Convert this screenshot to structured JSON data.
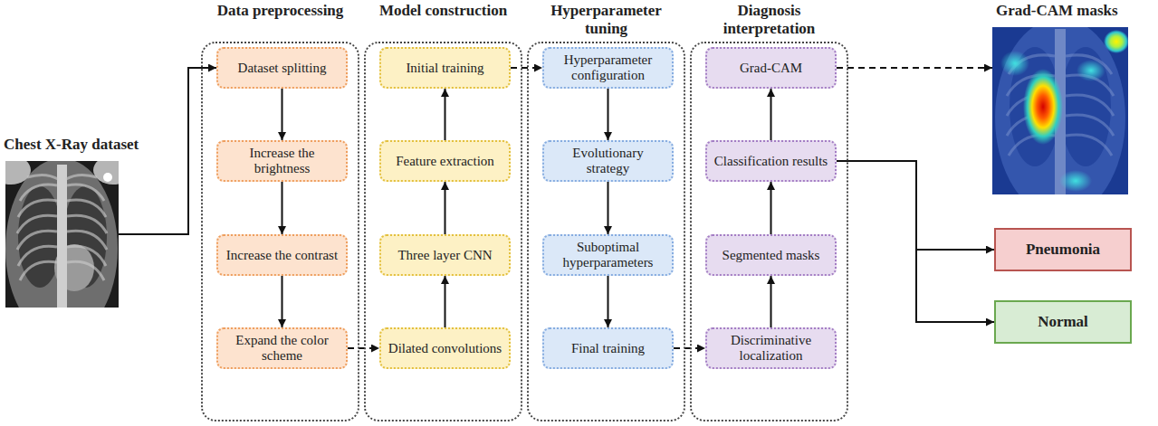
{
  "diagram": {
    "nodes": [
      {
        "text": [
          "Chest X-Ray dataset"
        ]
      },
      {
        "text": [
          "Data preprocessing"
        ]
      },
      {
        "text": [
          "Dataset splitting"
        ],
        "in": 1
      },
      {
        "text": [
          "Increase the brightness"
        ],
        "in": 1
      },
      {
        "text": [
          "Increase the contrast"
        ],
        "in": 1
      },
      {
        "text": [
          "Expand the color scheme"
        ],
        "in": 1
      },
      {
        "text": [
          "Model construction"
        ]
      },
      {
        "text": [
          "Initial training"
        ],
        "in": 6
      },
      {
        "text": [
          "Feature extraction"
        ],
        "in": 6
      },
      {
        "text": [
          "Three layer CNN"
        ],
        "in": 6
      },
      {
        "text": [
          "Dilated convolutions"
        ],
        "in": 6
      },
      {
        "text": [
          "Hyperparameter tuning"
        ]
      },
      {
        "text": [
          "Hyperparameter configuration"
        ],
        "in": 11
      },
      {
        "text": [
          "Evolutionary strategy"
        ],
        "in": 11
      },
      {
        "text": [
          "Suboptimal hyperparameters"
        ],
        "in": 11
      },
      {
        "text": [
          "Final training"
        ],
        "in": 11
      },
      {
        "text": [
          "Diagnosis interpretation"
        ]
      },
      {
        "text": [
          "Grad-CAM"
        ],
        "in": 16
      },
      {
        "text": [
          "Classification results"
        ],
        "in": 16
      },
      {
        "text": [
          "Segmented masks"
        ],
        "in": 16
      },
      {
        "text": [
          "Discriminative localization"
        ],
        "in": 16
      },
      {
        "text": [
          "Grad-CAM masks"
        ]
      },
      {
        "text": [
          "Pneumonia"
        ]
      },
      {
        "text": [
          "Normal"
        ]
      }
    ],
    "edges": [
      {
        "from": 0,
        "to": 2,
        "arrow": "to"
      },
      {
        "from": 2,
        "to": 3,
        "arrow": "to"
      },
      {
        "from": 3,
        "to": 4,
        "arrow": "to"
      },
      {
        "from": 4,
        "to": 5,
        "arrow": "to"
      },
      {
        "from": 5,
        "to": 10,
        "arrow": "to"
      },
      {
        "from": 10,
        "to": 9,
        "arrow": "to"
      },
      {
        "from": 9,
        "to": 8,
        "arrow": "to"
      },
      {
        "from": 8,
        "to": 7,
        "arrow": "to"
      },
      {
        "from": 7,
        "to": 12,
        "arrow": "to"
      },
      {
        "from": 12,
        "to": 13,
        "arrow": "to"
      },
      {
        "from": 13,
        "to": 14,
        "arrow": "to"
      },
      {
        "from": 14,
        "to": 15,
        "arrow": "to"
      },
      {
        "from": 15,
        "to": 20,
        "arrow": "to"
      },
      {
        "from": 20,
        "to": 19,
        "arrow": "to"
      },
      {
        "from": 19,
        "to": 18,
        "arrow": "to"
      },
      {
        "from": 18,
        "to": 17,
        "arrow": "to"
      },
      {
        "from": 17,
        "to": 21,
        "arrow": "to"
      },
      {
        "from": 18,
        "to": 22,
        "arrow": "to"
      },
      {
        "from": 18,
        "to": 23,
        "arrow": "to"
      }
    ]
  }
}
